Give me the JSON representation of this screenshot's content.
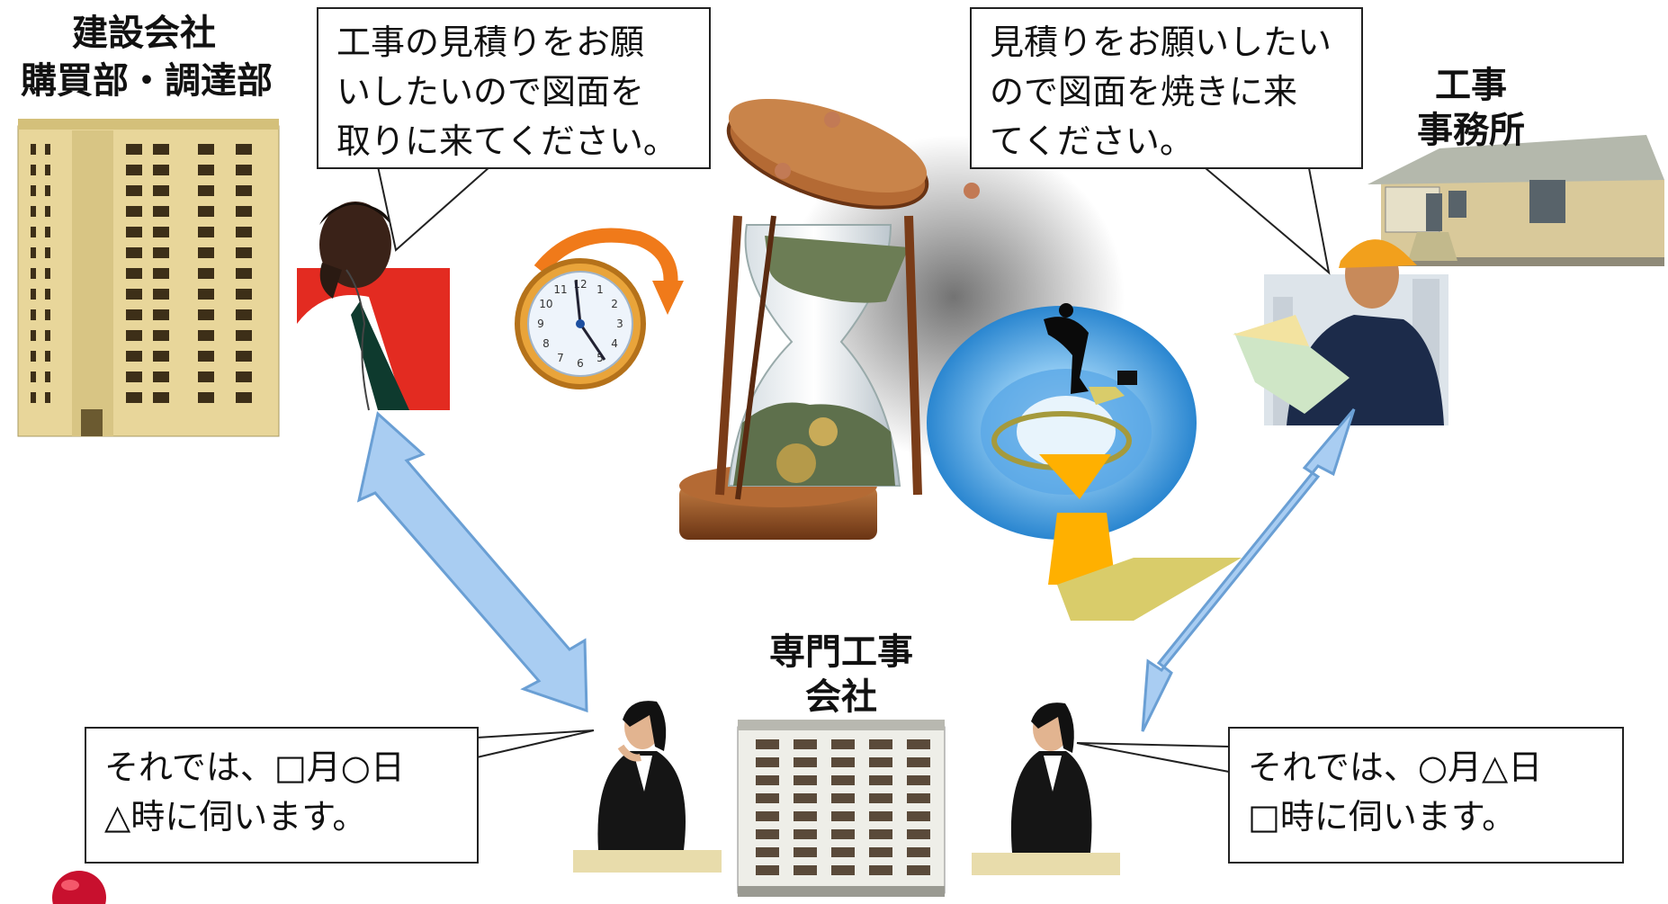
{
  "labels": {
    "top_left": [
      "建設会社",
      "購買部・調達部"
    ],
    "top_right": [
      "工事",
      "事務所"
    ],
    "bottom_center": [
      "専門工事",
      "会社"
    ]
  },
  "bubbles": {
    "top_left": [
      "工事の見積りをお願",
      "いしたいので図面を",
      "取りに来てください。"
    ],
    "top_right": [
      "見積りをお願いしたい",
      "ので図面を焼きに来",
      "てください。"
    ],
    "bottom_left": [
      "それでは、□月○日",
      "△時に伺います。"
    ],
    "bottom_right": [
      "それでは、○月△日",
      "□時に伺います。"
    ]
  },
  "clock_numbers": [
    "12",
    "1",
    "2",
    "3",
    "4",
    "5",
    "6",
    "7",
    "8",
    "9",
    "10",
    "11"
  ],
  "colors": {
    "arrow_fill": "#a9cdf2",
    "arrow_stroke": "#6a9fd4",
    "building_main": "#e8d69a",
    "wood": "#8a4a22",
    "clock_orange": "#f07a1a",
    "hourglass_sand": "#ffb000"
  }
}
